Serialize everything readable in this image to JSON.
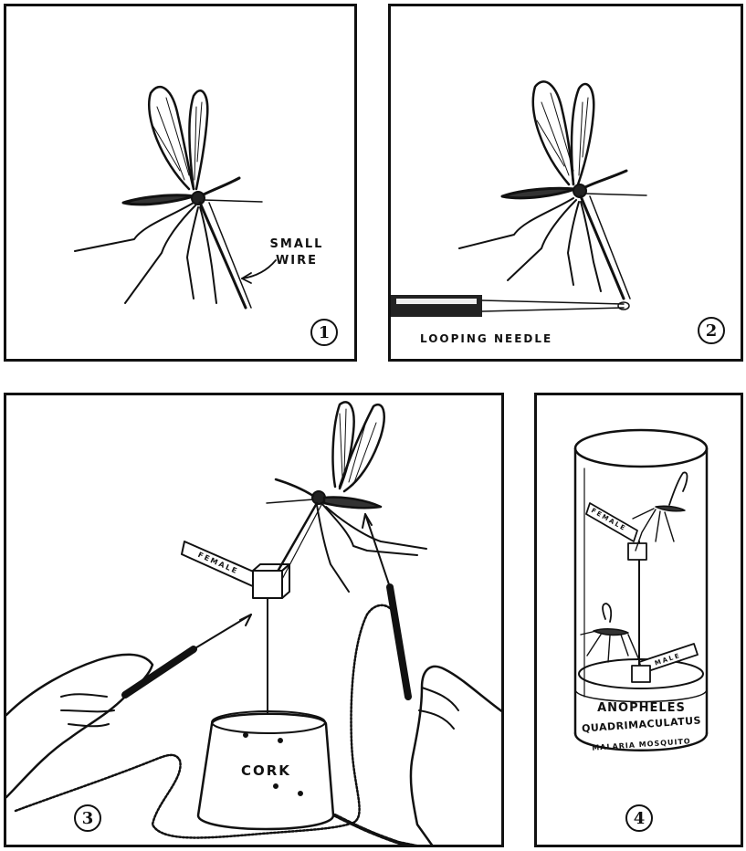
{
  "panels": [
    {
      "number": "1",
      "label": "SMALL WIRE"
    },
    {
      "number": "2",
      "label": "LOOPING NEEDLE"
    },
    {
      "number": "3",
      "label": "CORK",
      "tag_label": "FEMALE"
    },
    {
      "number": "4",
      "tag_top": "FEMALE",
      "tag_bottom": "MALE",
      "species_line1": "ANOPHELES",
      "species_line2": "QUADRIMACULATUS",
      "common_name": "MALARIA MOSQUITO"
    }
  ]
}
